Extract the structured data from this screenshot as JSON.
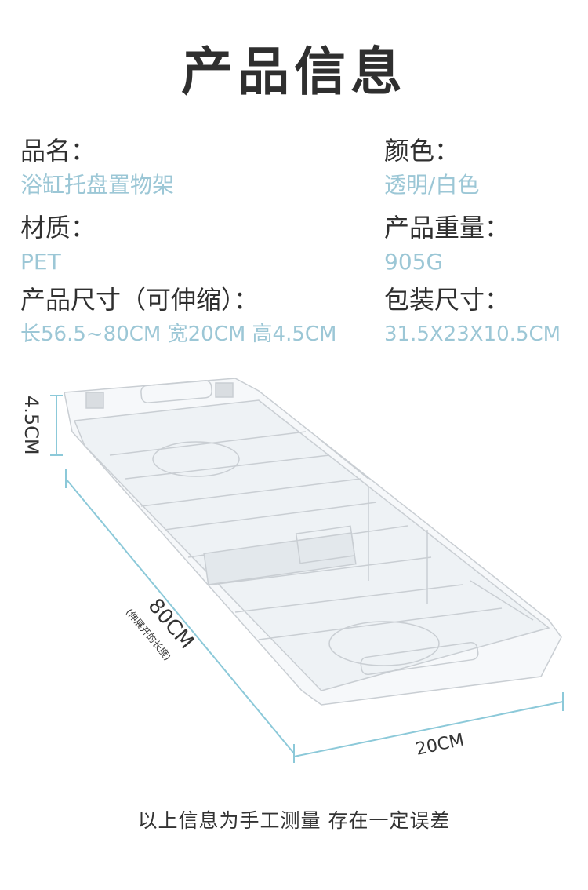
{
  "title": "产品信息",
  "specs": {
    "name": {
      "label": "品名：",
      "value": "浴缸托盘置物架"
    },
    "color": {
      "label": "颜色：",
      "value": "透明/白色"
    },
    "material": {
      "label": "材质：",
      "value": "PET"
    },
    "weight": {
      "label": "产品重量：",
      "value": "905G"
    },
    "size": {
      "label": "产品尺寸（可伸缩）：",
      "value": "长56.5~80CM  宽20CM  高4.5CM"
    },
    "package": {
      "label": "包装尺寸：",
      "value": "31.5X23X10.5CM"
    }
  },
  "dimensions": {
    "height": "4.5CM",
    "length": "80CM",
    "length_note": "(伸展开的长度)",
    "width": "20CM"
  },
  "note": "以上信息为手工测量  存在一定误差",
  "colors": {
    "value_text": "#9cc7d6",
    "dimension_line": "#8cc9d9",
    "title_text": "#2f2f2f"
  }
}
